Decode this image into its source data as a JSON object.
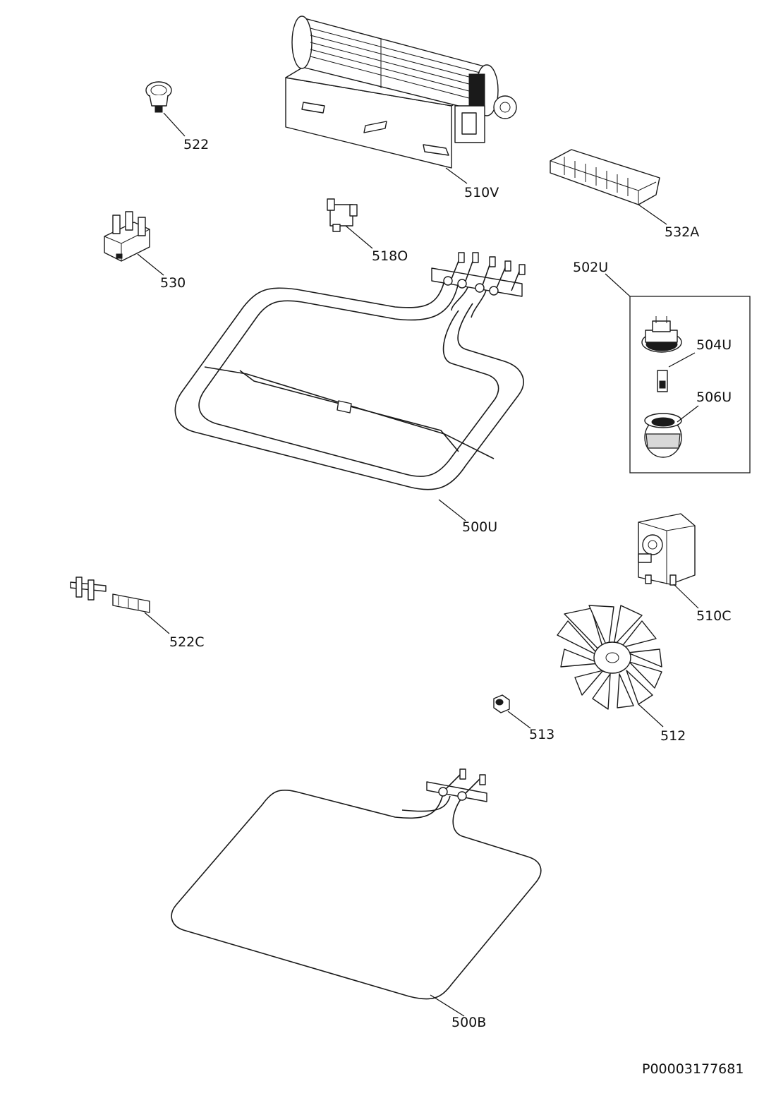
{
  "labels": {
    "p522": "522",
    "p510V": "510V",
    "p532A": "532A",
    "p530": "530",
    "p518O": "518O",
    "p502U": "502U",
    "p504U": "504U",
    "p506U": "506U",
    "p500U": "500U",
    "p510C": "510C",
    "p522C": "522C",
    "p513": "513",
    "p512": "512",
    "p500B": "500B"
  },
  "document_id": "P00003177681"
}
